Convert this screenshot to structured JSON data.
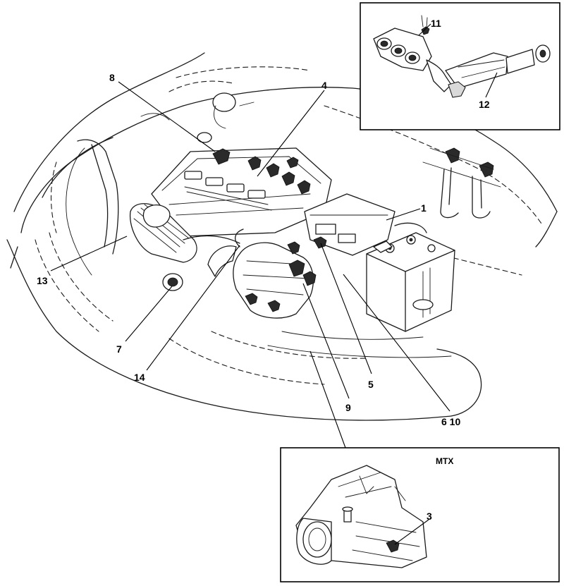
{
  "callouts": [
    {
      "id": "1",
      "text": "1"
    },
    {
      "id": "3",
      "text": "3"
    },
    {
      "id": "4",
      "text": "4"
    },
    {
      "id": "5",
      "text": "5"
    },
    {
      "id": "6-10",
      "text": "6 10"
    },
    {
      "id": "7",
      "text": "7"
    },
    {
      "id": "8",
      "text": "8"
    },
    {
      "id": "9",
      "text": "9"
    },
    {
      "id": "11",
      "text": "11"
    },
    {
      "id": "12",
      "text": "12"
    },
    {
      "id": "13",
      "text": "13"
    },
    {
      "id": "14",
      "text": "14"
    }
  ],
  "insets": {
    "exhaust": {
      "title": ""
    },
    "transmission": {
      "title": "MTX"
    }
  }
}
